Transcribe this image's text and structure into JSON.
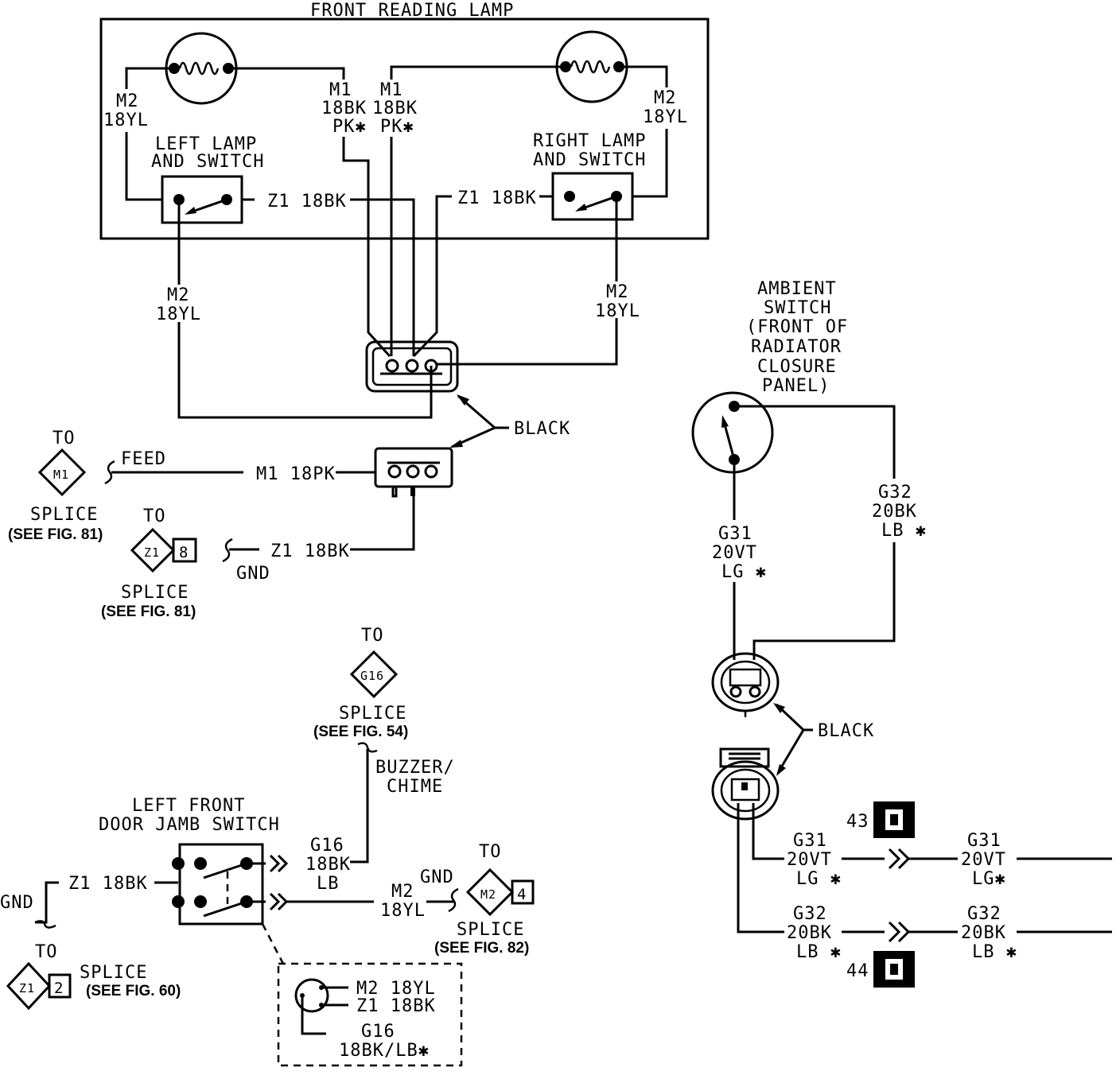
{
  "title": "FRONT READING LAMP",
  "components": {
    "left_lamp": [
      "LEFT LAMP",
      "AND SWITCH"
    ],
    "right_lamp": [
      "RIGHT LAMP",
      "AND SWITCH"
    ],
    "ambient_switch": [
      "AMBIENT",
      "SWITCH",
      "(FRONT OF",
      "RADIATOR",
      "CLOSURE",
      "PANEL)"
    ],
    "door_switch": [
      "LEFT FRONT",
      "DOOR JAMB SWITCH"
    ]
  },
  "wires": {
    "m2_left_top": [
      "M2",
      "18YL"
    ],
    "m1_left": [
      "M1",
      "18BK",
      "PK✱"
    ],
    "m1_right": [
      "M1",
      "18BK",
      "PK✱"
    ],
    "m2_right_top": [
      "M2",
      "18YL"
    ],
    "z1_left": "Z1 18BK",
    "z1_right": "Z1 18BK",
    "m2_left_bottom": [
      "M2",
      "18YL"
    ],
    "m2_right_bottom": [
      "M2",
      "18YL"
    ],
    "m1_18pk": "M1 18PK",
    "z1_18bk": "Z1 18BK",
    "g31_upper": [
      "G31",
      "20VT",
      "LG ✱"
    ],
    "g32_upper": [
      "G32",
      "20BK",
      "LB ✱"
    ],
    "g31_lower_left": [
      "G31",
      "20VT",
      "LG ✱"
    ],
    "g31_lower_right": [
      "G31",
      "20VT",
      "LG✱"
    ],
    "g32_lower_left": [
      "G32",
      "20BK",
      "LB ✱"
    ],
    "g32_lower_right": [
      "G32",
      "20BK",
      "LB ✱"
    ],
    "g16": [
      "G16",
      "18BK",
      "LB"
    ],
    "z1_door": "Z1 18BK",
    "m2_door": [
      "M2",
      "18YL"
    ],
    "inset_m2": "M2 18YL",
    "inset_z1": "Z1 18BK",
    "inset_g16": [
      "G16",
      "18BK/LB✱"
    ]
  },
  "labels": {
    "black_top": "BLACK",
    "black_right": "BLACK",
    "feed": "FEED",
    "gnd_1": "GND",
    "gnd_2": "GND",
    "gnd_3": "GND",
    "buzzer": [
      "BUZZER/",
      "CHIME"
    ]
  },
  "splices": {
    "m1": {
      "to": "TO",
      "code": "M1",
      "text": "SPLICE",
      "ref": "(SEE FIG. 81)"
    },
    "z1_8": {
      "to": "TO",
      "code": "Z1",
      "num": "8",
      "text": "SPLICE",
      "ref": "(SEE FIG. 81)"
    },
    "g16": {
      "to": "TO",
      "code": "G16",
      "text": "SPLICE",
      "ref": "(SEE FIG. 54)"
    },
    "m2_4": {
      "to": "TO",
      "code": "M2",
      "num": "4",
      "text": "SPLICE",
      "ref": "(SEE FIG. 82)"
    },
    "z1_2": {
      "to": "TO",
      "code": "Z1",
      "num": "2",
      "text": "SPLICE",
      "ref": "(SEE FIG. 60)"
    }
  },
  "connectors": {
    "c43": "43",
    "c44": "44"
  }
}
